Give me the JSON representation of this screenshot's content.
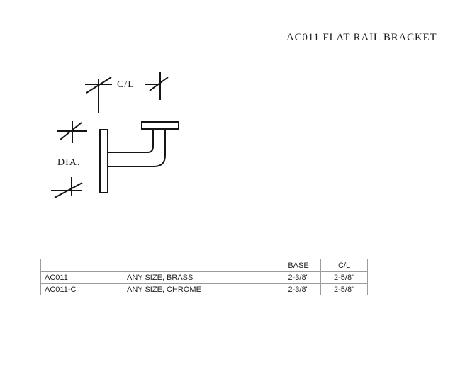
{
  "page": {
    "title": "AC011 FLAT RAIL BRACKET"
  },
  "drawing": {
    "labels": {
      "centerline": "C/L",
      "diameter": "DIA."
    }
  },
  "table": {
    "headers": {
      "part": "",
      "description": "",
      "base": "BASE",
      "cl": "C/L"
    },
    "rows": [
      {
        "part": "AC011",
        "description": "ANY SIZE, BRASS",
        "base": "2-3/8\"",
        "cl": "2-5/8\""
      },
      {
        "part": "AC011-C",
        "description": "ANY SIZE, CHROME",
        "base": "2-3/8\"",
        "cl": "2-5/8\""
      }
    ]
  },
  "colors": {
    "line": "#151515",
    "table_border": "#9b9b9b",
    "text": "#1c1c1c",
    "background": "#ffffff"
  }
}
